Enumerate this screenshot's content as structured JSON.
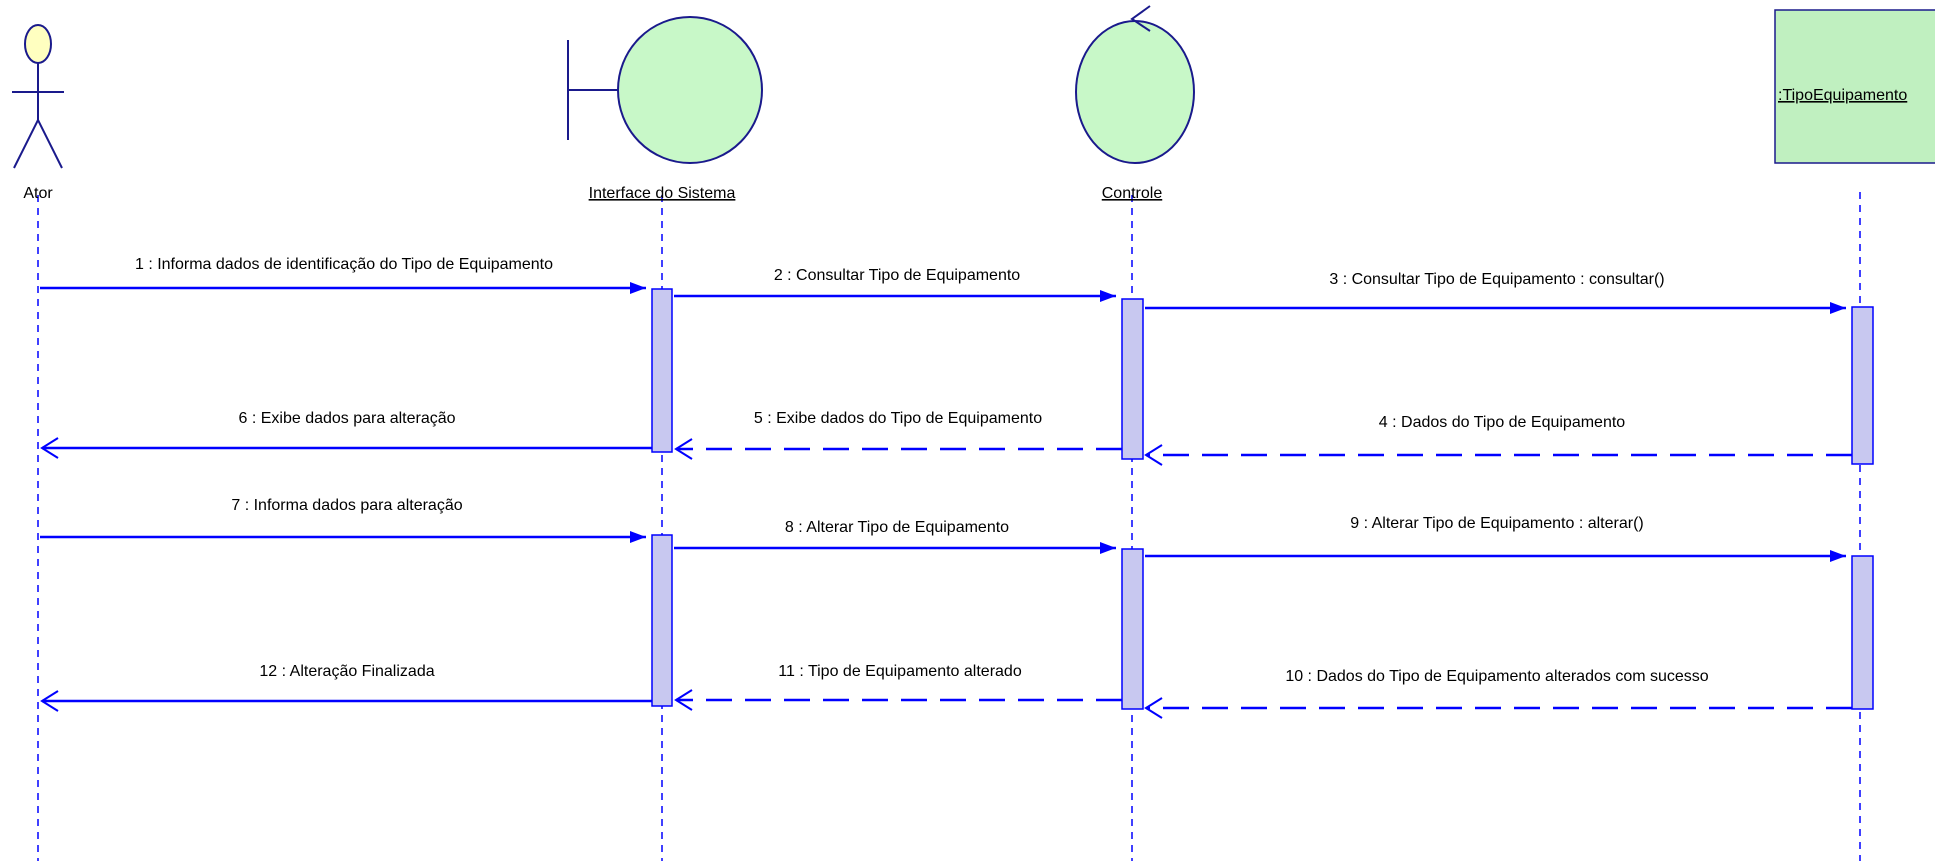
{
  "participants": [
    {
      "id": "actor",
      "label": "Ator",
      "kind": "actor"
    },
    {
      "id": "iface",
      "label": "Interface do Sistema",
      "kind": "boundary"
    },
    {
      "id": "ctrl",
      "label": "Controle",
      "kind": "control"
    },
    {
      "id": "entity",
      "label": ":TipoEquipamento",
      "kind": "entity"
    }
  ],
  "messages": [
    {
      "n": 1,
      "label": "1 : Informa dados de identificação do Tipo de Equipamento",
      "from": "actor",
      "to": "iface",
      "kind": "call"
    },
    {
      "n": 2,
      "label": "2 : Consultar Tipo de Equipamento",
      "from": "iface",
      "to": "ctrl",
      "kind": "call"
    },
    {
      "n": 3,
      "label": "3 : Consultar Tipo de Equipamento : consultar()",
      "from": "ctrl",
      "to": "entity",
      "kind": "call"
    },
    {
      "n": 4,
      "label": "4 : Dados do Tipo de Equipamento",
      "from": "entity",
      "to": "ctrl",
      "kind": "return"
    },
    {
      "n": 5,
      "label": "5 : Exibe dados do Tipo de Equipamento",
      "from": "ctrl",
      "to": "iface",
      "kind": "return"
    },
    {
      "n": 6,
      "label": "6 : Exibe dados para alteração",
      "from": "iface",
      "to": "actor",
      "kind": "reply"
    },
    {
      "n": 7,
      "label": "7 : Informa dados para alteração",
      "from": "actor",
      "to": "iface",
      "kind": "call"
    },
    {
      "n": 8,
      "label": "8 : Alterar Tipo de Equipamento",
      "from": "iface",
      "to": "ctrl",
      "kind": "call"
    },
    {
      "n": 9,
      "label": "9 : Alterar Tipo de Equipamento : alterar()",
      "from": "ctrl",
      "to": "entity",
      "kind": "call"
    },
    {
      "n": 10,
      "label": "10 : Dados do Tipo de Equipamento alterados com sucesso",
      "from": "entity",
      "to": "ctrl",
      "kind": "return"
    },
    {
      "n": 11,
      "label": "11 : Tipo de Equipamento alterado",
      "from": "ctrl",
      "to": "iface",
      "kind": "return"
    },
    {
      "n": 12,
      "label": "12 : Alteração Finalizada",
      "from": "iface",
      "to": "actor",
      "kind": "reply"
    }
  ],
  "colors": {
    "line": "#0000ff",
    "activation": "#c8c8f0",
    "entity_fill": "#c0f0c0",
    "object_fill": "#c8f8c8",
    "actor_head": "#ffffc0"
  }
}
